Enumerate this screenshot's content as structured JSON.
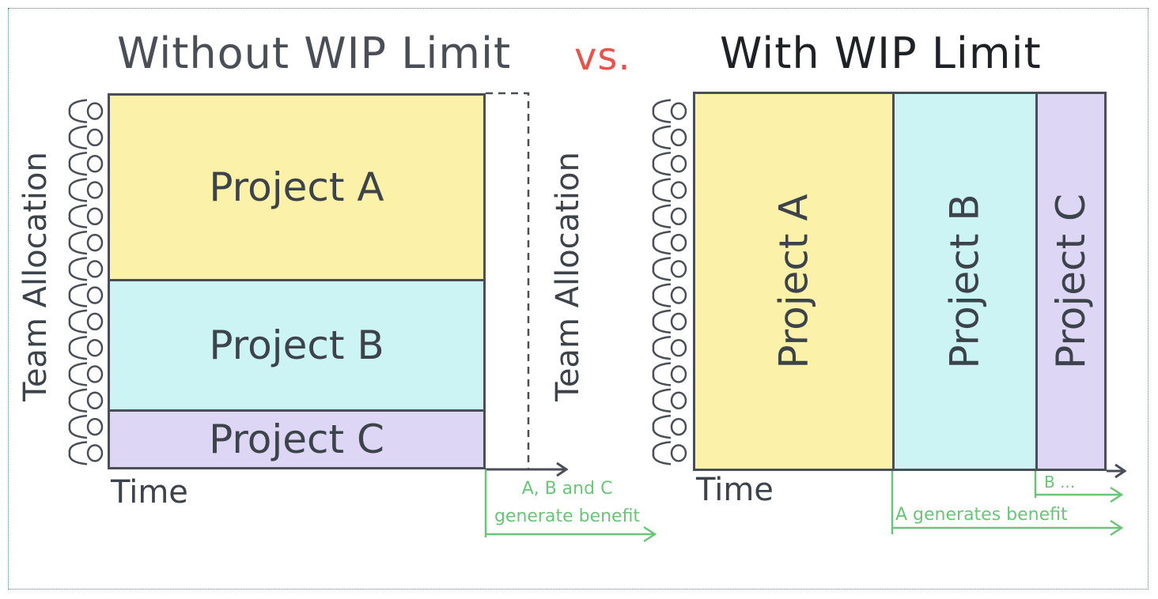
{
  "title_left": "Without WIP Limit",
  "vs": "vs.",
  "title_right": "With WIP Limit",
  "y_label": "Team Allocation",
  "x_label": "Time",
  "left": {
    "projects": [
      "Project A",
      "Project B",
      "Project C"
    ],
    "benefit_line1": "A, B and C",
    "benefit_line2": "generate benefit"
  },
  "right": {
    "projects": [
      "Project A",
      "Project B",
      "Project C"
    ],
    "benefit_a": "A generates benefit",
    "benefit_b": "B ..."
  },
  "colors": {
    "project_a": "#fbf1a9",
    "project_b": "#cdf4f4",
    "project_c": "#ddd6f5",
    "benefit": "#6cc47a",
    "vs": "#e8534a"
  }
}
